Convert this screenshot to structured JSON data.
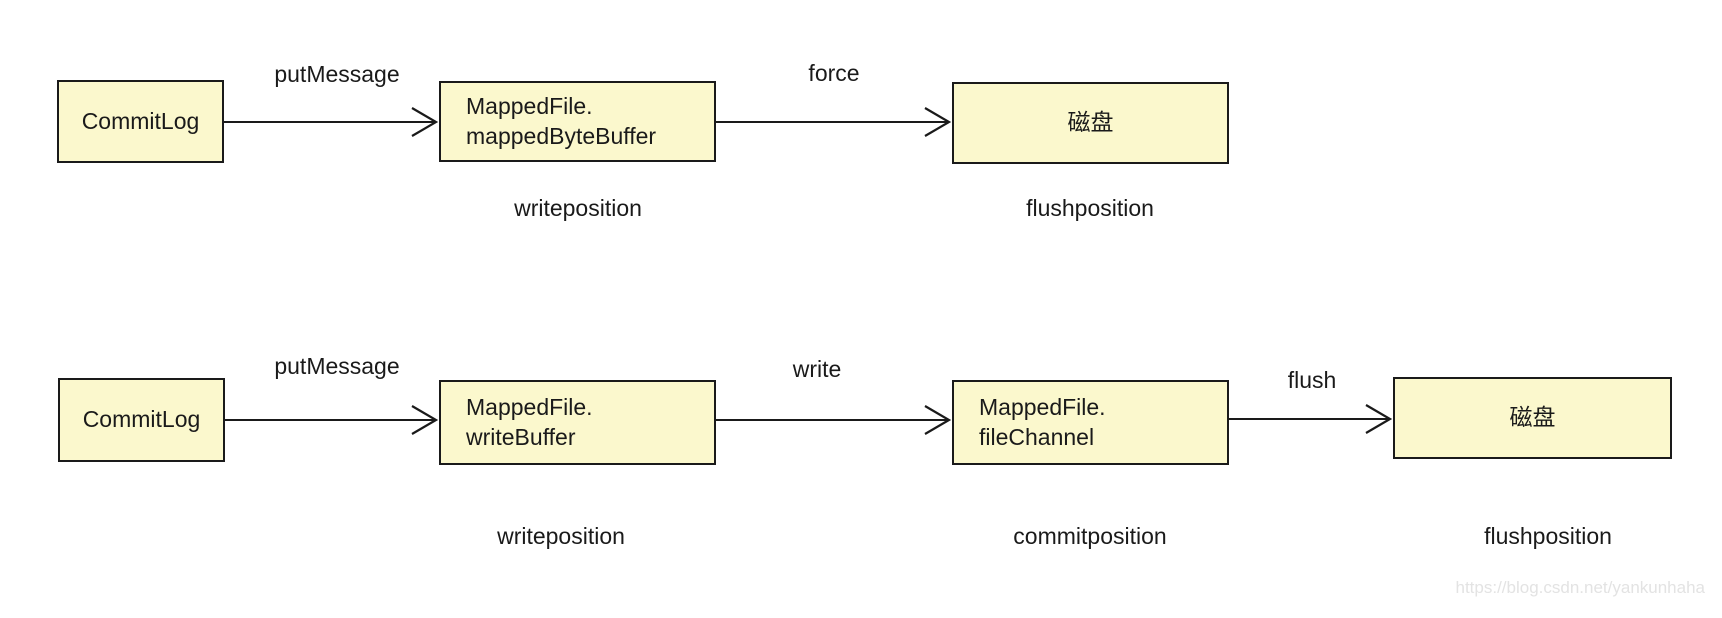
{
  "colors": {
    "node_fill": "#FBF8CD",
    "node_border": "#1A1A1A",
    "line": "#1A1A1A",
    "text": "#1A1A1A",
    "watermark": "#E3E3E3"
  },
  "flow1": {
    "nodes": {
      "commitlog": {
        "label": "CommitLog"
      },
      "mapped_byte_buffer": {
        "line1": "MappedFile.",
        "line2": "mappedByteBuffer"
      },
      "disk": {
        "label": "磁盘"
      }
    },
    "edges": {
      "put_message": "putMessage",
      "force": "force"
    },
    "captions": {
      "write_position": "writeposition",
      "flush_position": "flushposition"
    }
  },
  "flow2": {
    "nodes": {
      "commitlog": {
        "label": "CommitLog"
      },
      "write_buffer": {
        "line1": "MappedFile.",
        "line2": "writeBuffer"
      },
      "file_channel": {
        "line1": "MappedFile.",
        "line2": "fileChannel"
      },
      "disk": {
        "label": "磁盘"
      }
    },
    "edges": {
      "put_message": "putMessage",
      "write": "write",
      "flush": "flush"
    },
    "captions": {
      "write_position": "writeposition",
      "commit_position": "commitposition",
      "flush_position": "flushposition"
    }
  },
  "watermark": {
    "text": "https://blog.csdn.net/yankunhaha"
  }
}
